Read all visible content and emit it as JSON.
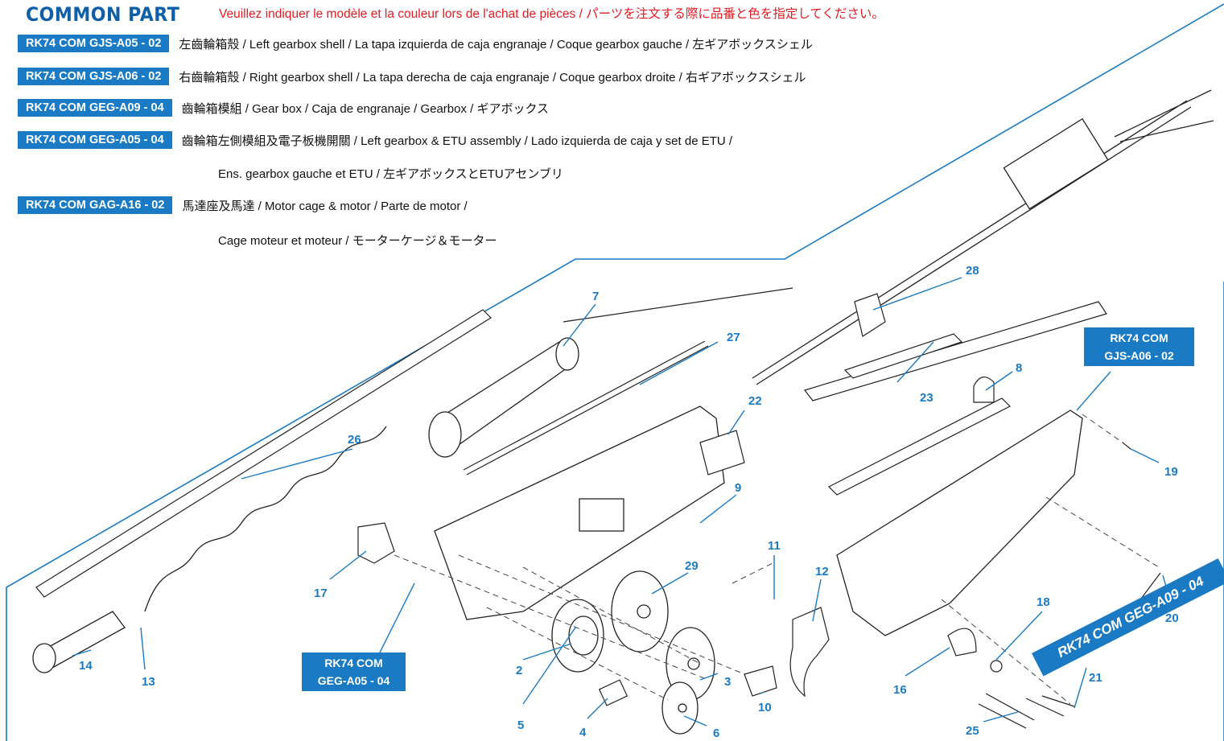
{
  "header": {
    "title": "COMMON PART",
    "notice": "Veuillez indiquer le modèle et la couleur lors de l'achat de pièces / パーツを注文する際に品番と色を指定してください。"
  },
  "parts_list": [
    {
      "code": "RK74 COM GJS-A05 - 02",
      "desc": "左齒輪箱殼 / Left gearbox shell / La tapa izquierda de caja engranaje / Coque gearbox gauche / 左ギアボックスシェル",
      "desc2": ""
    },
    {
      "code": "RK74 COM GJS-A06 - 02",
      "desc": "右齒輪箱殼 / Right gearbox shell / La tapa derecha de caja engranaje / Coque gearbox droite / 右ギアボックスシェル",
      "desc2": ""
    },
    {
      "code": "RK74 COM GEG-A09 - 04",
      "desc": "齒輪箱模組 / Gear box / Caja de engranaje / Gearbox / ギアボックス",
      "desc2": ""
    },
    {
      "code": "RK74 COM GEG-A05 - 04",
      "desc": "齒輪箱左側模組及電子板機開關 / Left gearbox & ETU assembly / Lado izquierda de caja y set de ETU /",
      "desc2": "Ens. gearbox gauche et ETU / 左ギアボックスとETUアセンブリ"
    },
    {
      "code": "RK74 COM GAG-A16 - 02",
      "desc": "馬達座及馬達 / Motor cage & motor / Parte de motor /",
      "desc2": "Cage moteur et moteur / モーターケージ＆モーター"
    }
  ],
  "diagram": {
    "labels": [
      "7",
      "27",
      "28",
      "8",
      "23",
      "22",
      "26",
      "9",
      "17",
      "29",
      "11",
      "12",
      "14",
      "13",
      "2",
      "3",
      "5",
      "4",
      "6",
      "10",
      "19",
      "20",
      "18",
      "21",
      "16",
      "25"
    ],
    "callouts": {
      "right_shell": {
        "line1": "RK74 COM",
        "line2": "GJS-A06 - 02"
      },
      "left_assembly": {
        "line1": "RK74 COM",
        "line2": "GEG-A05 - 04"
      },
      "gearbox_banner": "RK74 COM GEG-A09 - 04"
    }
  },
  "colors": {
    "accent": "#1a7bc4",
    "title": "#0d5fa8",
    "notice": "#e21b23"
  }
}
